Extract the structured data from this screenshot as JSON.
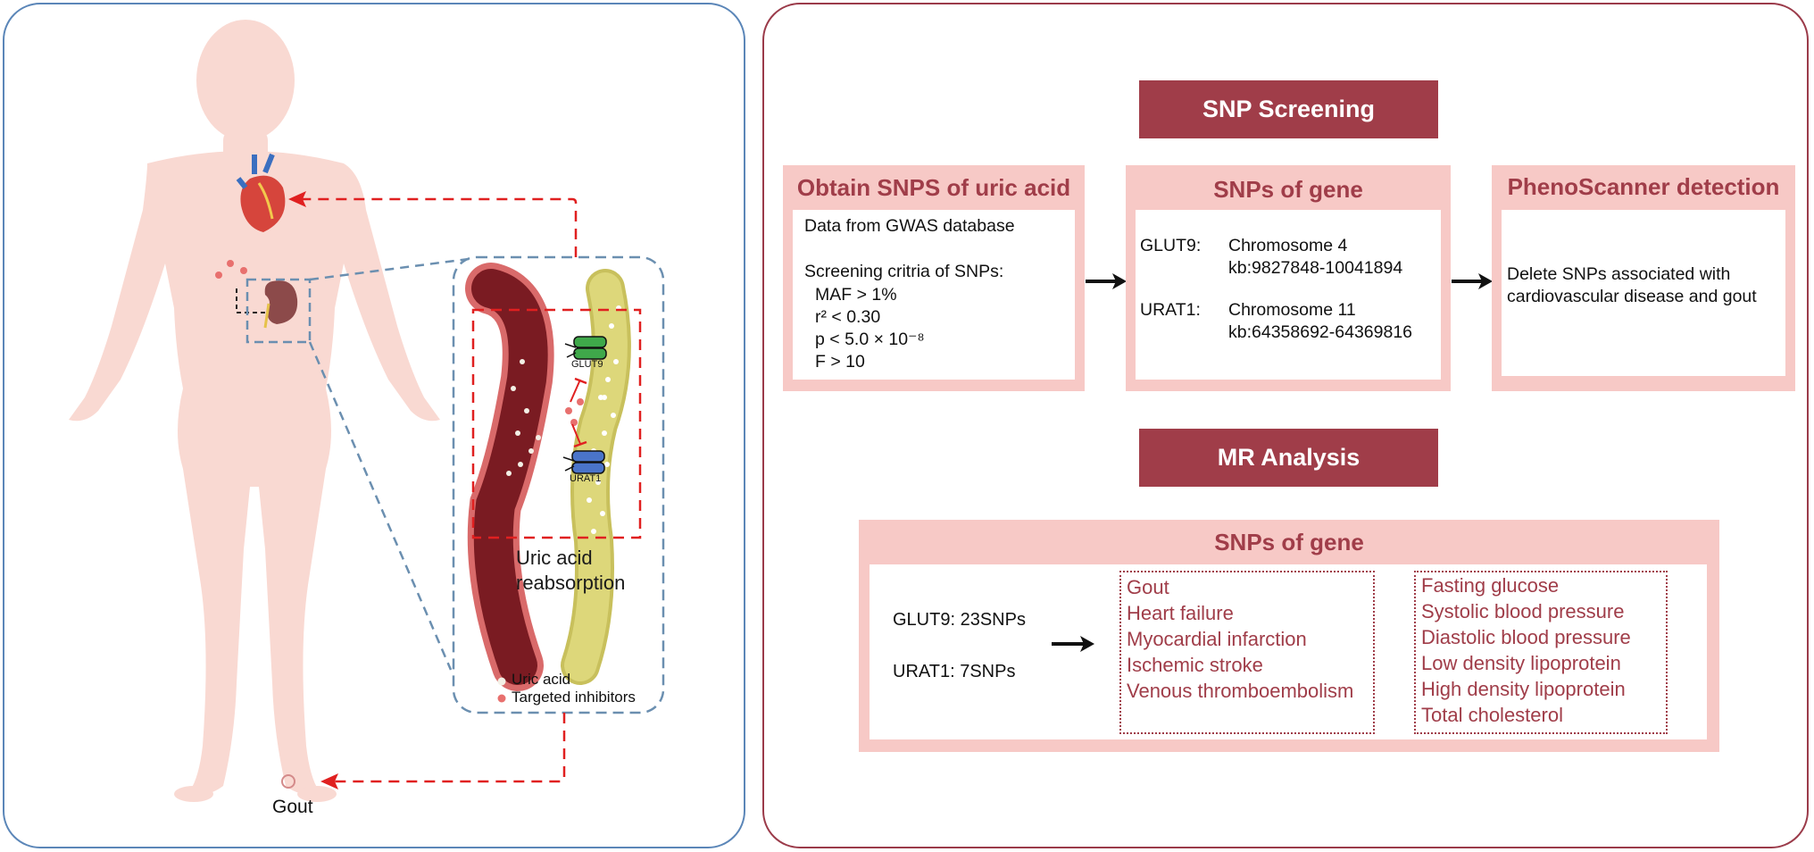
{
  "left": {
    "gout_label": "Gout",
    "reabsorption_label": "Uric acid reabsorption",
    "glut9_label": "GLUT9",
    "urat1_label": "URAT1",
    "legend": [
      {
        "label": "Uric acid",
        "color": "#f3f0e6"
      },
      {
        "label": "Targeted inhibitors",
        "color": "#e8706e"
      }
    ]
  },
  "right": {
    "snp_screening_header": "SNP Screening",
    "mr_analysis_header": "MR Analysis",
    "box1": {
      "title": "Obtain SNPS of uric acid",
      "line1": "Data from GWAS database",
      "line2": "Screening critria of SNPs:",
      "criteria": [
        "MAF > 1%",
        "r² < 0.30",
        "p < 5.0 × 10⁻⁸",
        "F > 10"
      ]
    },
    "box2": {
      "title": "SNPs of gene",
      "glut9_gene": "GLUT9:",
      "glut9_chr": "Chromosome 4",
      "glut9_kb": "kb:9827848-10041894",
      "urat1_gene": "URAT1:",
      "urat1_chr": "Chromosome 11",
      "urat1_kb": "kb:64358692-64369816"
    },
    "box3": {
      "title": "PhenoScanner detection",
      "line1": "Delete SNPs associated with",
      "line2": "cardiovascular disease and gout"
    },
    "box4": {
      "title": "SNPs of gene",
      "glut9": "GLUT9: 23SNPs",
      "urat1": "URAT1: 7SNPs",
      "outcomes": [
        "Gout",
        "Heart failure",
        "Myocardial infarction",
        "Ischemic stroke",
        "Venous thromboembolism"
      ],
      "covariates": [
        "Fasting glucose",
        "Systolic blood pressure",
        "Diastolic blood pressure",
        "Low density lipoprotein",
        "High density lipoprotein",
        "Total cholesterol"
      ]
    }
  },
  "colors": {
    "accent": "#a03d49",
    "pink": "#f7c9c6",
    "left_border": "#5b86b8",
    "body_skin": "#f9d9d2",
    "vessel": "#7a1b22",
    "tubule": "#d6d06e",
    "dashed_red": "#e02020"
  }
}
